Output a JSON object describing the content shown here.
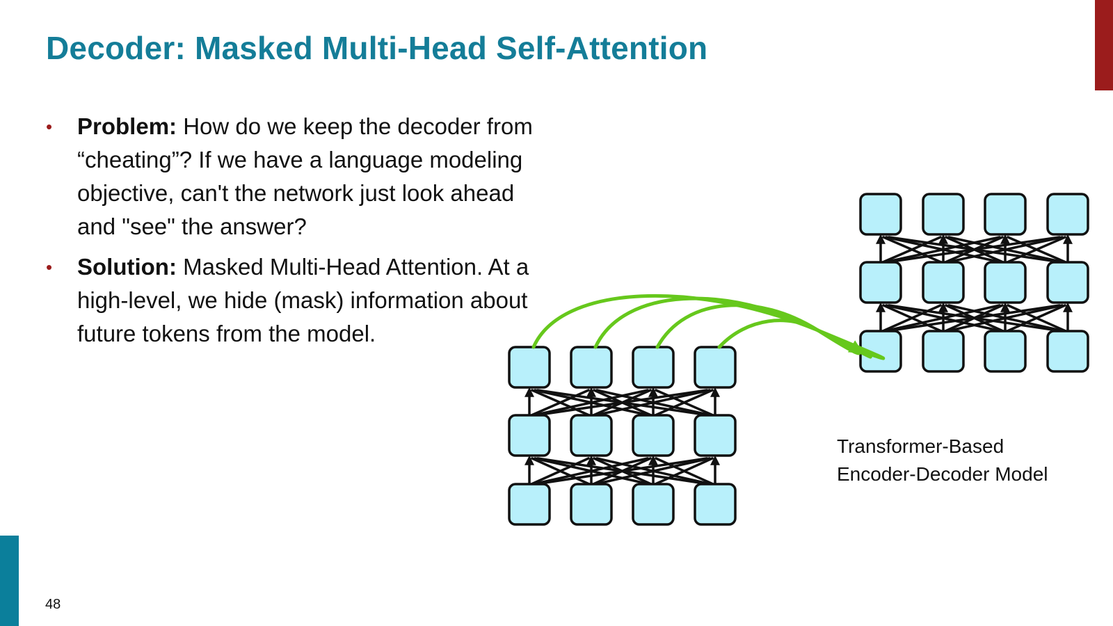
{
  "slide": {
    "title": "Decoder: Masked Multi-Head Self-Attention",
    "page_number": "48",
    "bullets": [
      {
        "lead": "Problem:",
        "text": " How do we keep the decoder from “cheating”? If we have a language modeling objective, can't the network just look ahead and \"see\" the answer?"
      },
      {
        "lead": "Solution:",
        "text": " Masked Multi-Head Attention. At a high-level, we hide (mask) information about future tokens from the model."
      }
    ],
    "caption": {
      "line1": "Transformer-Based",
      "line2": "Encoder-Decoder Model"
    }
  },
  "colors": {
    "title": "#147d98",
    "accent_red": "#9b1c1c",
    "accent_teal": "#0b7f9b",
    "node_fill": "#b8f0fb",
    "node_stroke": "#111111",
    "cross_attention": "#66c81c"
  }
}
